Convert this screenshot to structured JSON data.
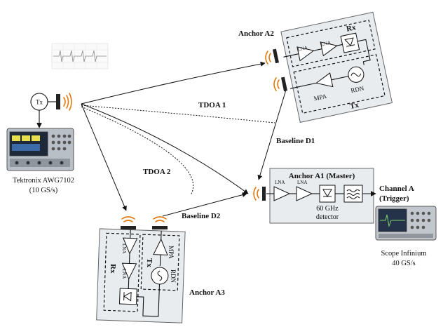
{
  "diagram": {
    "generator": {
      "tx_label": "Tx",
      "name": "Tektronix AWG7102",
      "rate": "(10 GS/s)"
    },
    "anchor_a2": {
      "title": "Anchor A2",
      "rx_label": "Rx",
      "tx_label": "Tx",
      "lna1": "LNA",
      "lna2": "LNA",
      "mpa": "MPA",
      "rdn": "RDN"
    },
    "anchor_a1": {
      "title": "Anchor A1 (Master)",
      "lna1": "LNA",
      "lna2": "LNA",
      "detector_line1": "60 GHz",
      "detector_line2": "detector"
    },
    "anchor_a3": {
      "title": "Anchor A3",
      "rx_label": "Rx",
      "tx_label": "Tx",
      "lna1": "LNA",
      "lna2": "LNA",
      "mpa": "MPA",
      "rdn": "RDN"
    },
    "links": {
      "tdoa1": "TDOA 1",
      "tdoa2": "TDOA 2",
      "baseline_d1": "Baseline D1",
      "baseline_d2": "Baseline D2"
    },
    "channel": {
      "line1": "Channel A",
      "line2": "(Trigger)"
    },
    "scope": {
      "name": "Scope Infinium",
      "rate": "40 GS/s"
    }
  }
}
